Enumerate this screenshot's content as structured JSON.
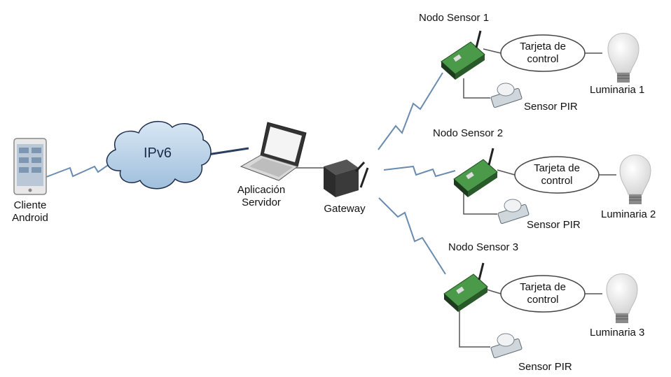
{
  "diagram": {
    "cloud_label": "IPv6",
    "client": {
      "line1": "Cliente",
      "line2": "Android"
    },
    "server": {
      "line1": "Aplicación",
      "line2": "Servidor"
    },
    "gateway": "Gateway",
    "nodes": [
      {
        "title": "Nodo Sensor 1",
        "control_line1": "Tarjeta de",
        "control_line2": "control",
        "pir": "Sensor PIR",
        "lamp": "Luminaria 1"
      },
      {
        "title": "Nodo Sensor 2",
        "control_line1": "Tarjeta de",
        "control_line2": "control",
        "pir": "Sensor PIR",
        "lamp": "Luminaria 2"
      },
      {
        "title": "Nodo Sensor 3",
        "control_line1": "Tarjeta de",
        "control_line2": "control",
        "pir": "Sensor PIR",
        "lamp": "Luminaria 3"
      }
    ]
  },
  "colors": {
    "link": "#6a8bb0",
    "cloud": "#bfd5ea",
    "board": "#3d8a3d",
    "line": "#555555"
  }
}
